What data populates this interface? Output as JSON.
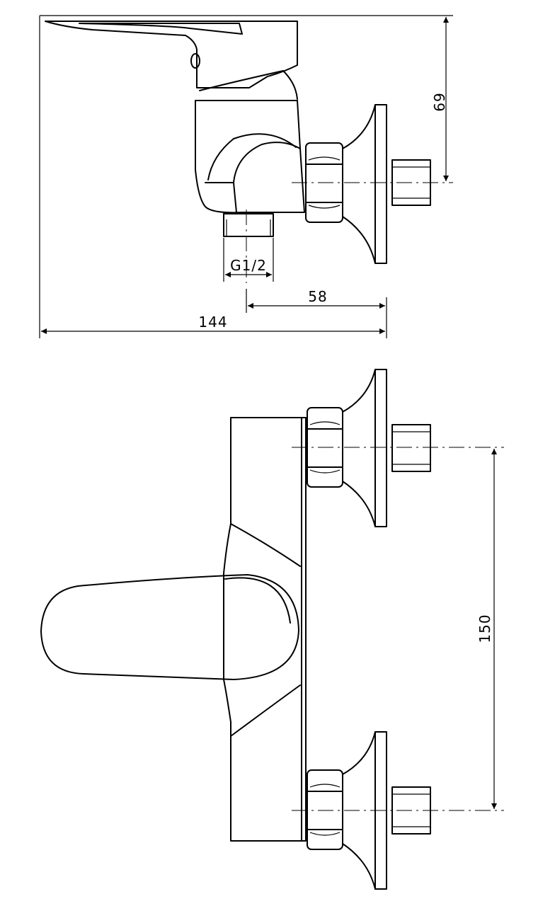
{
  "drawing": {
    "type": "technical-drawing",
    "subject": "wall-mounted single-lever shower mixer",
    "views": [
      "side",
      "front"
    ]
  },
  "dimensions": {
    "height_to_inlet": "69",
    "outlet_thread": "G1/2",
    "outlet_to_wall": "58",
    "overall_depth": "144",
    "inlet_center_distance": "150"
  }
}
